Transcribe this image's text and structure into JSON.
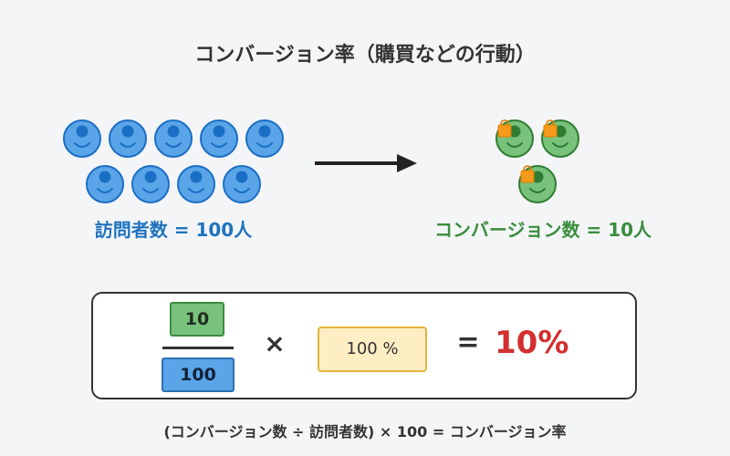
{
  "title": "コンバージョン率（購買などの行動）",
  "visitors": {
    "label": "訪問者数 = 100人",
    "color": "#1e73be"
  },
  "conversions": {
    "label": "コンバージョン数 = 10人",
    "color": "#3a8d3d"
  },
  "formula": {
    "numerator": "10",
    "denominator": "100",
    "times_symbol": "×",
    "multiplier": "100 %",
    "equals_symbol": "=",
    "result": "10%"
  },
  "footer_formula": "(コンバージョン数 ÷ 訪問者数) × 100 = コンバージョン率",
  "colors": {
    "visitor_icon": "#5aa5e8",
    "visitor_icon_dark": "#1a6fc4",
    "converted_icon": "#79c27c",
    "converted_icon_dark": "#2e7d32",
    "bag": "#f59a1b",
    "result": "#d32f2f"
  },
  "icons": {
    "visitor": "person-icon",
    "converted": "person-icon",
    "bag": "shopping-bag-icon",
    "arrow": "arrow-right-icon"
  }
}
